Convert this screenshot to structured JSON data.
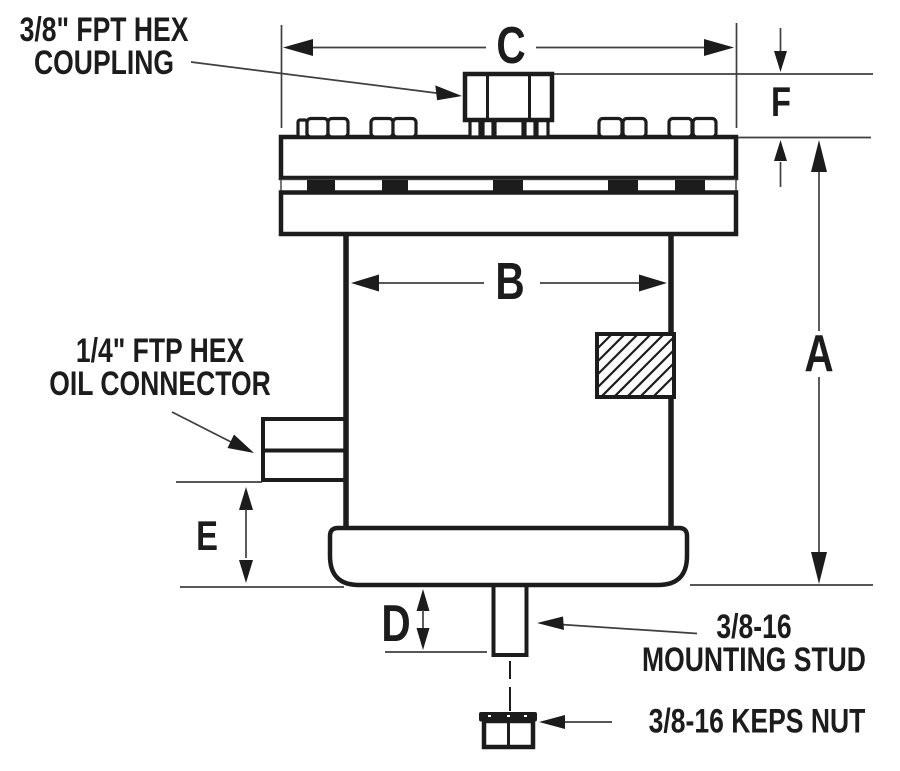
{
  "diagram": {
    "title": "oil-reservoir-dimension-drawing",
    "callouts": {
      "coupling": [
        "3/8\" FPT HEX",
        "COUPLING"
      ],
      "oil_connector": [
        "1/4\" FTP HEX",
        "OIL CONNECTOR"
      ],
      "mounting_stud": [
        "3/8-16",
        "MOUNTING STUD"
      ],
      "keps_nut": [
        "3/8-16 KEPS NUT"
      ]
    },
    "dimension_labels": {
      "a": "A",
      "b": "B",
      "c": "C",
      "d": "D",
      "e": "E",
      "f": "F"
    },
    "colors": {
      "outline": "#1c1c1c",
      "dimension_line": "#3f3f3f",
      "background": "#ffffff"
    }
  }
}
